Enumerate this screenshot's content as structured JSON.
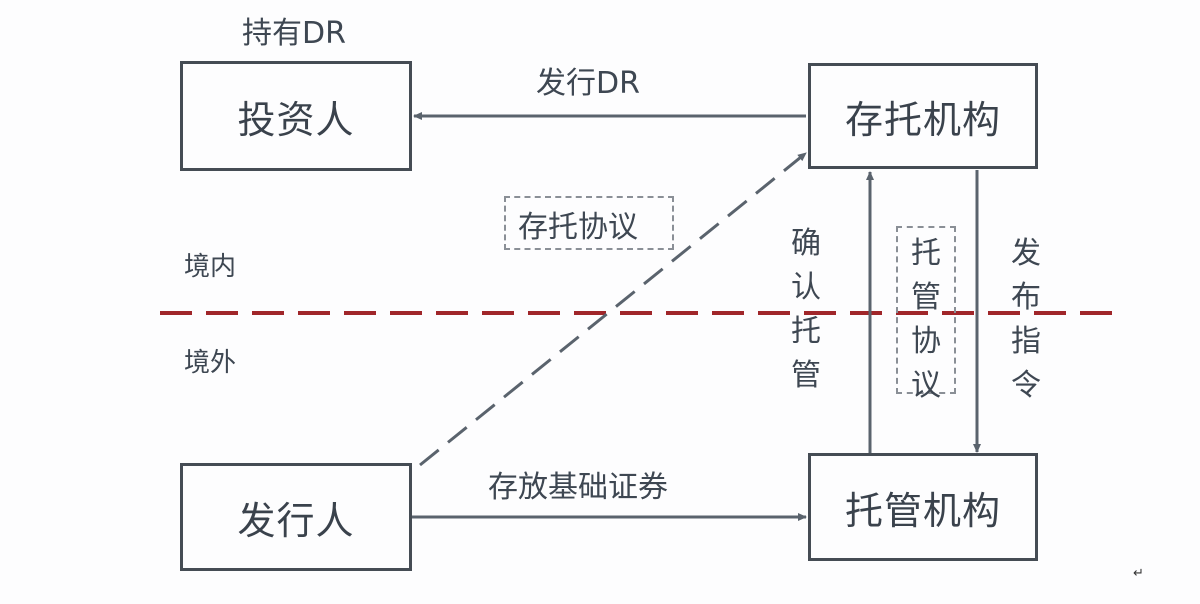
{
  "nodes": {
    "investor": "投资人",
    "depositary": "存托机构",
    "issuer": "发行人",
    "custodian": "托管机构"
  },
  "labels": {
    "hold_dr": "持有DR",
    "issue_dr": "发行DR",
    "depositary_agreement": "存托协议",
    "confirm_custody": "确认托管",
    "custody_agreement": "托管协议",
    "issue_instruction": "发布指令",
    "deposit_securities": "存放基础证券",
    "domestic": "境内",
    "overseas": "境外"
  },
  "colors": {
    "line": "#5a636d",
    "border_line": "#a0262a",
    "box_border": "#454c54"
  },
  "paragraph_mark": "↵"
}
